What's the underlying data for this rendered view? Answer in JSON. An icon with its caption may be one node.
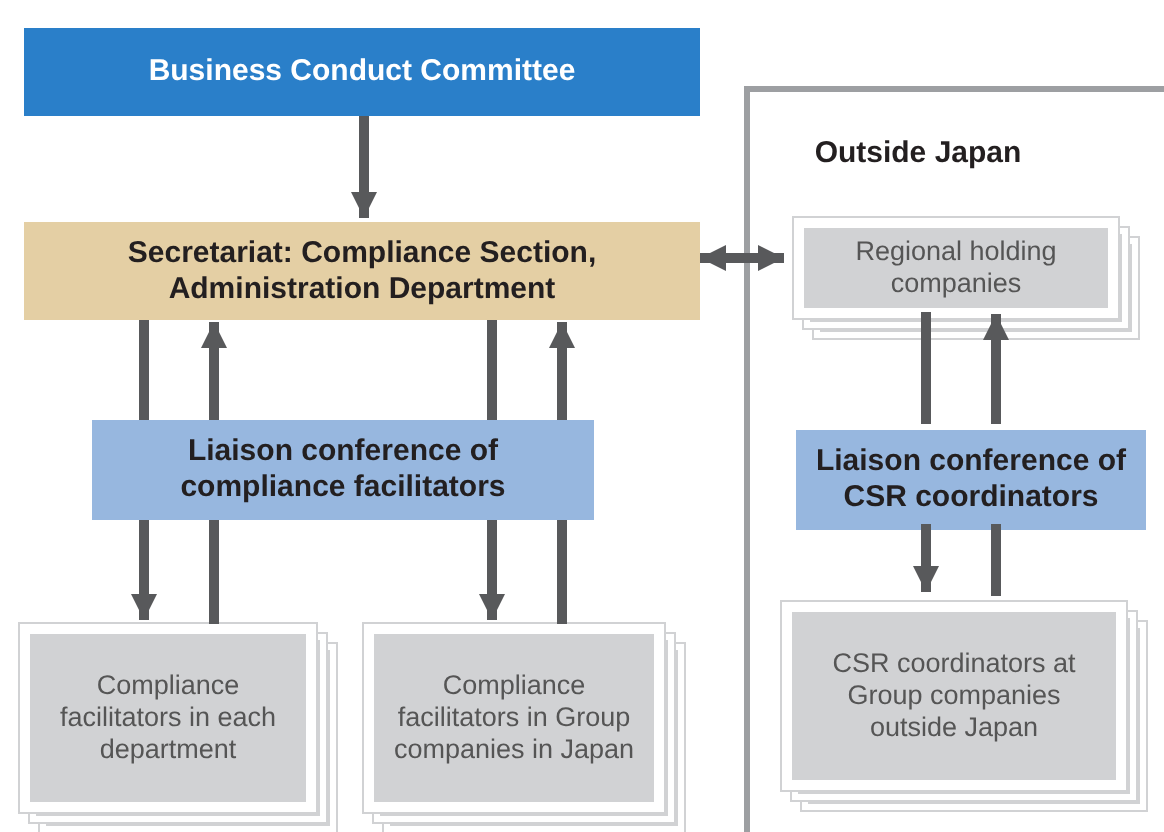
{
  "diagram": {
    "nodes": [
      {
        "text": [
          "Business Conduct Committee"
        ]
      },
      {
        "text": [
          "Secretariat: Compliance Section, Administration Department"
        ]
      },
      {
        "text": [
          "Outside Japan"
        ]
      },
      {
        "text": [
          "Regional holding companies"
        ],
        "in": 2
      },
      {
        "text": [
          "Liaison conference of compliance facilitators"
        ]
      },
      {
        "text": [
          "Liaison conference of CSR coordinators"
        ],
        "in": 2
      },
      {
        "text": [
          "Compliance facilitators in each department"
        ]
      },
      {
        "text": [
          "Compliance facilitators in Group companies in Japan"
        ]
      },
      {
        "text": [
          "CSR coordinators at Group companies outside Japan"
        ],
        "in": 2
      }
    ],
    "edges": [
      {
        "from": 0,
        "to": 1,
        "arrow": "to"
      },
      {
        "from": 3,
        "to": 1,
        "arrow": "both"
      },
      {
        "from": 1,
        "to": 4,
        "arrow": "none"
      },
      {
        "from": 4,
        "to": 6,
        "arrow": "to"
      },
      {
        "from": 6,
        "to": 4,
        "arrow": "none"
      },
      {
        "from": 4,
        "to": 1,
        "arrow": "to"
      },
      {
        "from": 1,
        "to": 4,
        "arrow": "none"
      },
      {
        "from": 4,
        "to": 7,
        "arrow": "to"
      },
      {
        "from": 7,
        "to": 4,
        "arrow": "none"
      },
      {
        "from": 4,
        "to": 1,
        "arrow": "to"
      },
      {
        "from": 3,
        "to": 5,
        "arrow": "none"
      },
      {
        "from": 5,
        "to": 8,
        "arrow": "to"
      },
      {
        "from": 8,
        "to": 5,
        "arrow": "none"
      },
      {
        "from": 5,
        "to": 3,
        "arrow": "to"
      }
    ]
  }
}
